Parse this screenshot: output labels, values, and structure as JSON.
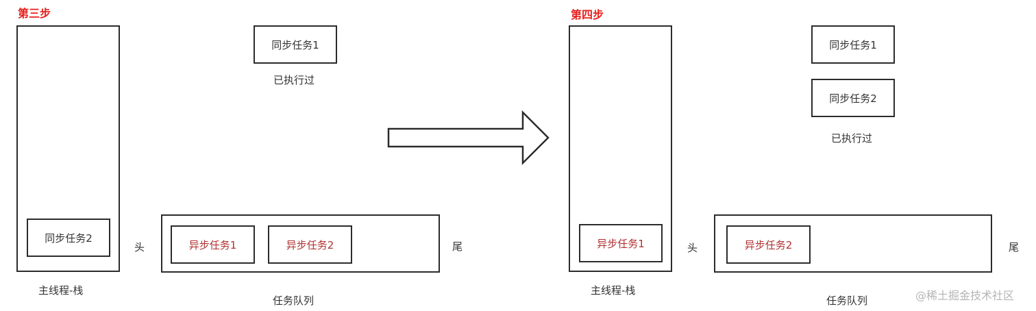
{
  "step3": {
    "title": "第三步",
    "stack_label": "主线程-栈",
    "stack_tasks": [
      "同步任务2"
    ],
    "executed_tasks": [
      "同步任务1"
    ],
    "executed_label": "已执行过",
    "queue_label": "任务队列",
    "queue_head": "头",
    "queue_tail": "尾",
    "queue_tasks": [
      "异步任务1",
      "异步任务2"
    ]
  },
  "arrow": {
    "icon": "right-arrow-icon"
  },
  "step4": {
    "title": "第四步",
    "stack_label": "主线程-栈",
    "stack_tasks": [
      "异步任务1"
    ],
    "executed_tasks": [
      "同步任务1",
      "同步任务2"
    ],
    "executed_label": "已执行过",
    "queue_label": "任务队列",
    "queue_head": "头",
    "queue_tail": "尾",
    "queue_tasks": [
      "异步任务2"
    ]
  },
  "watermark": "@稀土掘金技术社区",
  "colors": {
    "step_title": "#e8201c",
    "async_task_text": "#b03030",
    "sync_task_text": "#333333",
    "border": "#2b2b2b"
  }
}
